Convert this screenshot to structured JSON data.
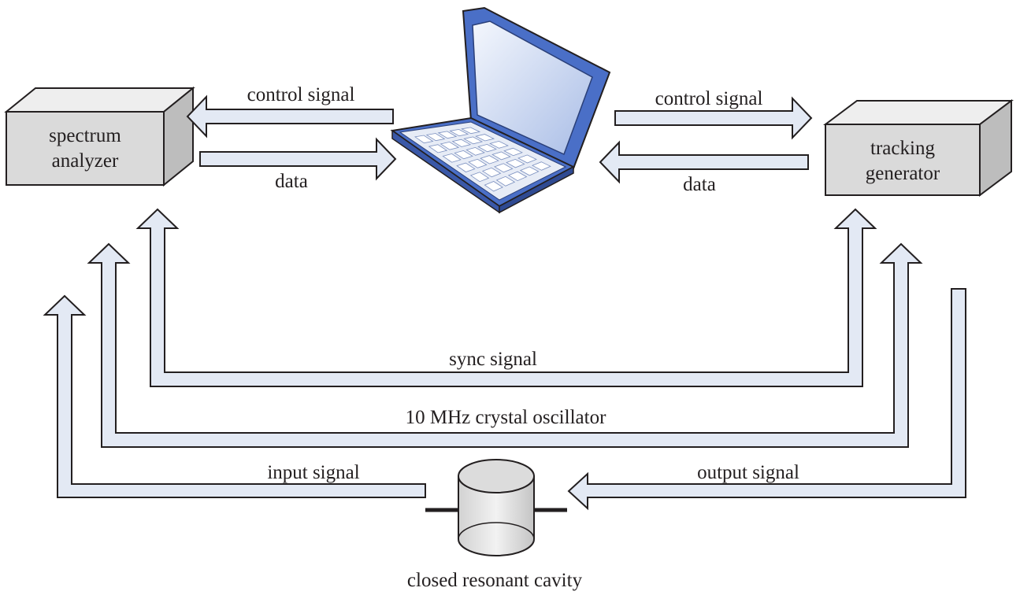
{
  "labels": {
    "spectrum_analyzer_line1": "spectrum",
    "spectrum_analyzer_line2": "analyzer",
    "tracking_generator_line1": "tracking",
    "tracking_generator_line2": "generator",
    "control_signal_left": "control signal",
    "data_left": "data",
    "control_signal_right": "control signal",
    "data_right": "data",
    "sync_signal": "sync signal",
    "oscillator": "10 MHz crystal oscillator",
    "input_signal": "input signal",
    "output_signal": "output signal",
    "cavity": "closed resonant cavity"
  },
  "colors": {
    "arrow_fill": "#e3e9f4",
    "stroke": "#231f20",
    "laptop_frame": "#4a6fc7",
    "laptop_screen": "#c9d5ee",
    "box_front": "#dadada"
  },
  "icons": [
    "laptop-icon",
    "cylinder-cavity-icon"
  ]
}
